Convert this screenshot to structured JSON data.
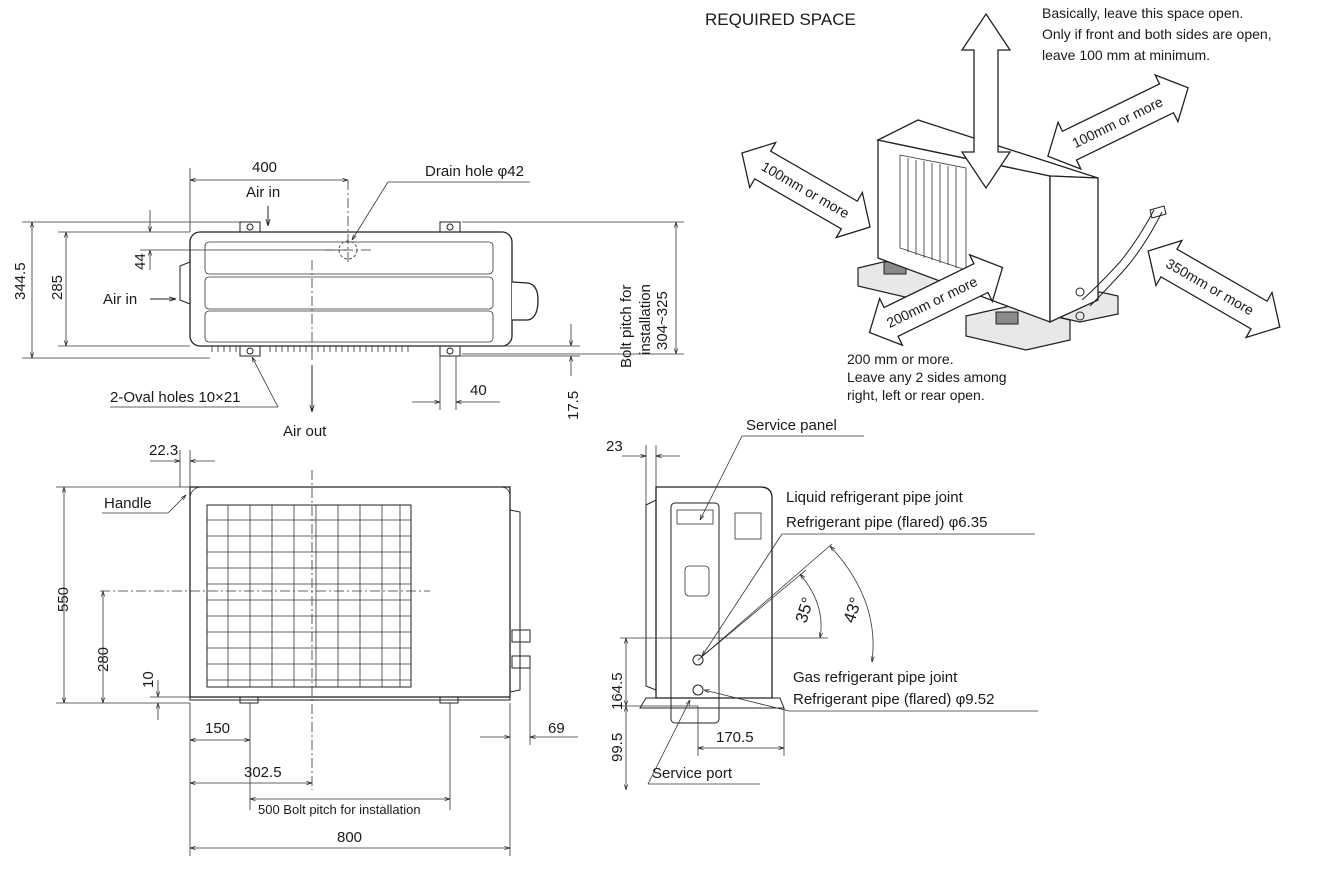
{
  "required_space": {
    "title": "REQUIRED SPACE",
    "top_note_1": "Basically, leave this space open.",
    "top_note_2": "Only if front and both sides are open,",
    "top_note_3": "leave 100 mm at minimum.",
    "left_clearance": "100mm or more",
    "rear_clearance": "100mm or more",
    "front_clearance": "200mm or more",
    "right_clearance": "350mm or more",
    "bottom_note_1": "200 mm or more.",
    "bottom_note_2": "Leave any 2 sides among",
    "bottom_note_3": "right, left or rear open."
  },
  "top_view": {
    "dim_400": "400",
    "air_in_top": "Air in",
    "drain_hole": "Drain hole φ42",
    "dim_344_5": "344.5",
    "dim_285": "285",
    "dim_44": "44",
    "air_in_left": "Air in",
    "bolt_pitch_1": "Bolt pitch for",
    "bolt_pitch_2": "installation",
    "bolt_pitch_3": "304~325",
    "oval_holes": "2-Oval holes 10×21",
    "air_out": "Air out",
    "dim_40": "40",
    "dim_17_5": "17.5"
  },
  "front_view": {
    "dim_22_3": "22.3",
    "handle": "Handle",
    "dim_550": "550",
    "dim_280": "280",
    "dim_10": "10",
    "dim_150": "150",
    "dim_302_5": "302.5",
    "bolt_pitch": "500 Bolt pitch for installation",
    "dim_800": "800",
    "dim_69": "69"
  },
  "side_view": {
    "dim_23": "23",
    "service_panel": "Service panel",
    "liquid_joint_1": "Liquid refrigerant pipe joint",
    "liquid_joint_2": "Refrigerant pipe (flared) φ6.35",
    "angle_35": "35°",
    "angle_43": "43°",
    "gas_joint_1": "Gas refrigerant pipe joint",
    "gas_joint_2": "Refrigerant pipe (flared) φ9.52",
    "dim_164_5": "164.5",
    "dim_99_5": "99.5",
    "dim_170_5": "170.5",
    "service_port": "Service port"
  }
}
